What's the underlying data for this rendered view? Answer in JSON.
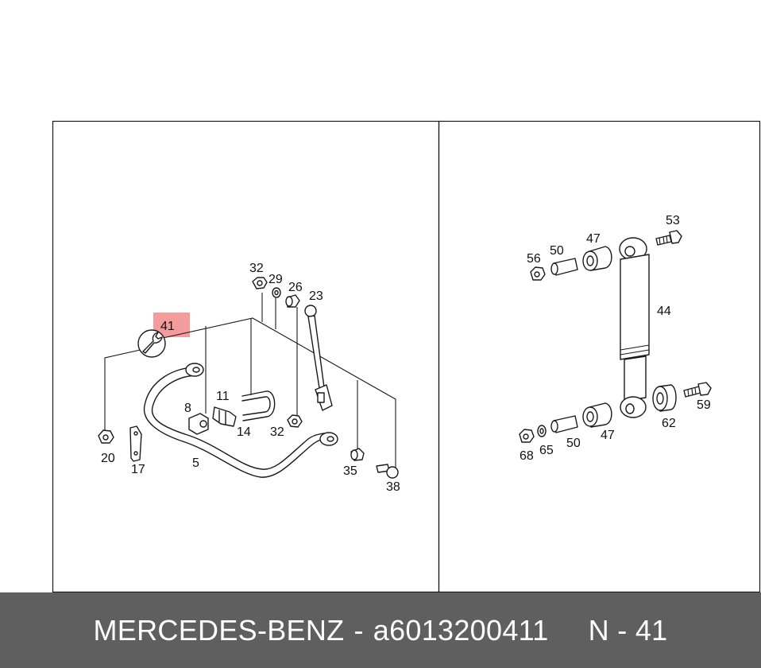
{
  "footer": {
    "brand": "MERCEDES-BENZ",
    "dash": "-",
    "part_number": "a6013200411",
    "position_ref": "N - 41"
  },
  "highlight": {
    "part": "41",
    "color": "#f28b8b"
  },
  "left_panel": {
    "labels": [
      "41",
      "32",
      "29",
      "26",
      "23",
      "8",
      "11",
      "14",
      "32",
      "20",
      "17",
      "5",
      "35",
      "38"
    ]
  },
  "right_panel": {
    "labels": [
      "53",
      "56",
      "50",
      "47",
      "44",
      "68",
      "65",
      "50",
      "47",
      "62",
      "59"
    ]
  }
}
